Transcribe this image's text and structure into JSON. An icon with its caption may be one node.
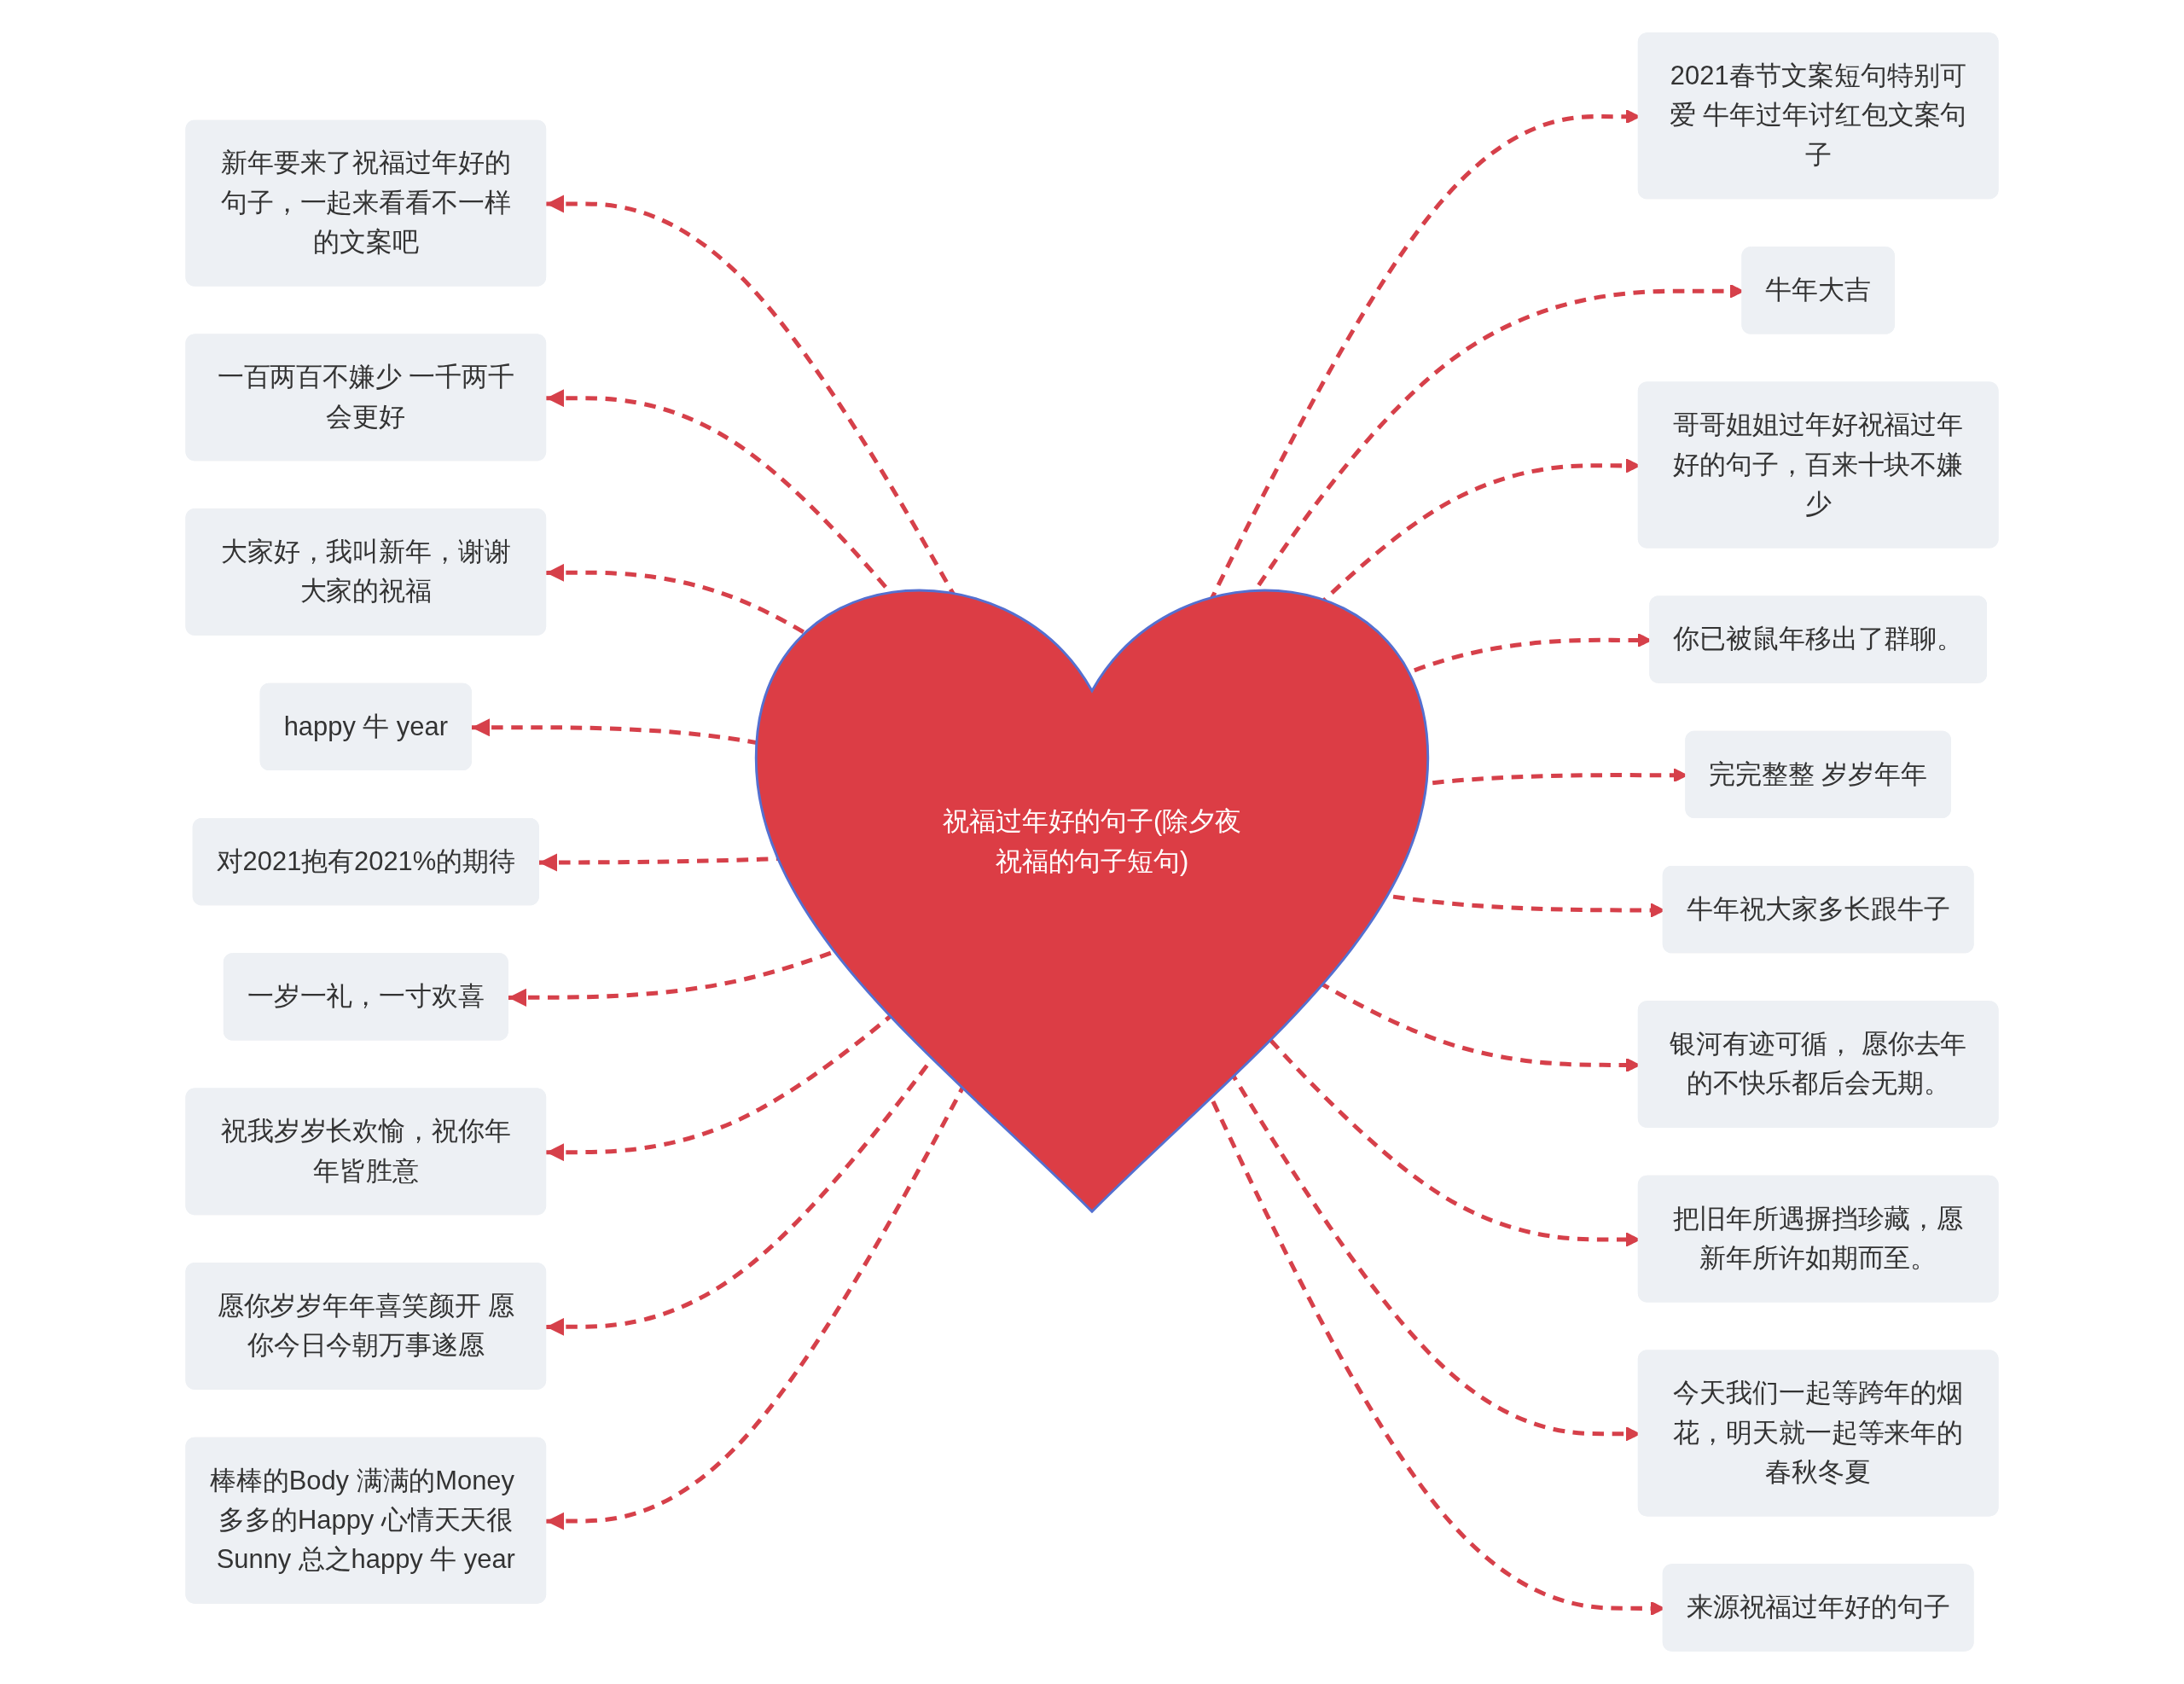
{
  "diagram": {
    "nodes": [
      {
        "text": [
          "祝福过年好的句子(除夕夜祝福的句子短句)"
        ]
      },
      {
        "text": [
          "2021春节文案短句特别可爱 牛年过年讨红包文案句子"
        ]
      },
      {
        "text": [
          "牛年大吉"
        ]
      },
      {
        "text": [
          "哥哥姐姐过年好祝福过年好的句子，百来十块不嫌少"
        ]
      },
      {
        "text": [
          "你已被鼠年移出了群聊。"
        ]
      },
      {
        "text": [
          "完完整整 岁岁年年"
        ]
      },
      {
        "text": [
          "牛年祝大家多长跟牛子"
        ]
      },
      {
        "text": [
          "银河有迹可循， 愿你去年的不快乐都后会无期。"
        ]
      },
      {
        "text": [
          "把旧年所遇摒挡珍藏，愿新年所许如期而至。"
        ]
      },
      {
        "text": [
          "今天我们一起等跨年的烟花，明天就一起等来年的春秋冬夏"
        ]
      },
      {
        "text": [
          "来源祝福过年好的句子"
        ]
      },
      {
        "text": [
          "新年要来了祝福过年好的句子，一起来看看不一样的文案吧"
        ]
      },
      {
        "text": [
          "一百两百不嫌少 一千两千会更好"
        ]
      },
      {
        "text": [
          "大家好，我叫新年，谢谢大家的祝福"
        ]
      },
      {
        "text": [
          "happy 牛 year"
        ]
      },
      {
        "text": [
          "对2021抱有2021%的期待"
        ]
      },
      {
        "text": [
          "一岁一礼，一寸欢喜"
        ]
      },
      {
        "text": [
          "祝我岁岁长欢愉，祝你年年皆胜意"
        ]
      },
      {
        "text": [
          "愿你岁岁年年喜笑颜开 愿你今日今朝万事遂愿"
        ]
      },
      {
        "text": [
          "棒棒的Body 满满的Money 多多的Happy 心情天天很Sunny 总之happy 牛 year"
        ]
      }
    ],
    "edges": [
      {
        "from": 0,
        "to": 1,
        "arrow": "to",
        "style": "dashed"
      },
      {
        "from": 0,
        "to": 2,
        "arrow": "to",
        "style": "dashed"
      },
      {
        "from": 0,
        "to": 3,
        "arrow": "to",
        "style": "dashed"
      },
      {
        "from": 0,
        "to": 4,
        "arrow": "to",
        "style": "dashed"
      },
      {
        "from": 0,
        "to": 5,
        "arrow": "to",
        "style": "dashed"
      },
      {
        "from": 0,
        "to": 6,
        "arrow": "to",
        "style": "dashed"
      },
      {
        "from": 0,
        "to": 7,
        "arrow": "to",
        "style": "dashed"
      },
      {
        "from": 0,
        "to": 8,
        "arrow": "to",
        "style": "dashed"
      },
      {
        "from": 0,
        "to": 9,
        "arrow": "to",
        "style": "dashed"
      },
      {
        "from": 0,
        "to": 10,
        "arrow": "to",
        "style": "dashed"
      },
      {
        "from": 0,
        "to": 11,
        "arrow": "to",
        "style": "dashed"
      },
      {
        "from": 0,
        "to": 12,
        "arrow": "to",
        "style": "dashed"
      },
      {
        "from": 0,
        "to": 13,
        "arrow": "to",
        "style": "dashed"
      },
      {
        "from": 0,
        "to": 14,
        "arrow": "to",
        "style": "dashed"
      },
      {
        "from": 0,
        "to": 15,
        "arrow": "to",
        "style": "dashed"
      },
      {
        "from": 0,
        "to": 16,
        "arrow": "to",
        "style": "dashed"
      },
      {
        "from": 0,
        "to": 17,
        "arrow": "to",
        "style": "dashed"
      },
      {
        "from": 0,
        "to": 18,
        "arrow": "to",
        "style": "dashed"
      },
      {
        "from": 0,
        "to": 19,
        "arrow": "to",
        "style": "dashed"
      }
    ]
  }
}
